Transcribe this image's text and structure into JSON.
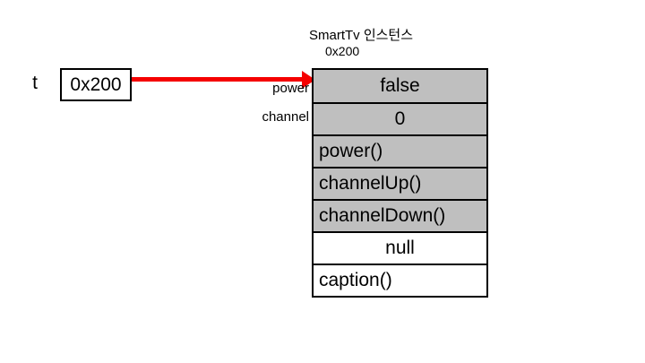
{
  "diagram": {
    "variable": {
      "label": "t",
      "value": "0x200"
    },
    "pointer_arrow": "arrow-right",
    "instance": {
      "title": "SmartTv 인스턴스",
      "address": "0x200",
      "field_labels": [
        "power",
        "channel"
      ],
      "rows": [
        "false",
        "0",
        "power()",
        "channelUp()",
        "channelDown()",
        "null",
        "caption()"
      ]
    },
    "colors": {
      "row_gray": "#bfbfbf",
      "arrow_red": "#f50000",
      "border": "#000000"
    }
  }
}
